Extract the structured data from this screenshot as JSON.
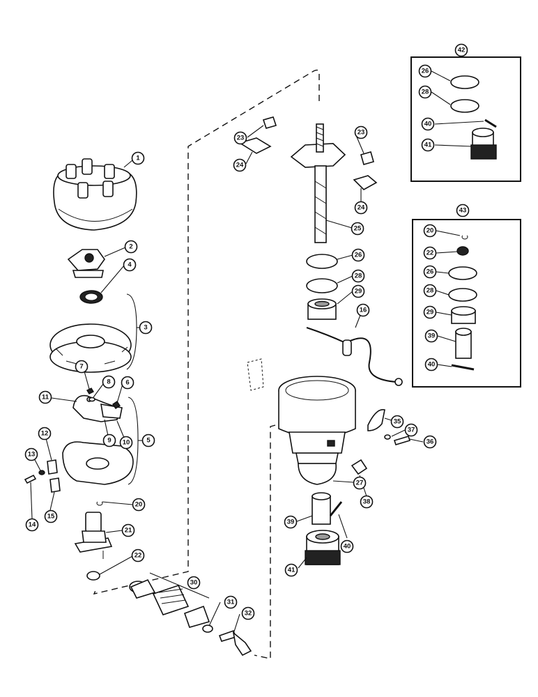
{
  "diagram": {
    "callouts": {
      "c1": "1",
      "c2": "2",
      "c3": "3",
      "c4": "4",
      "c5": "5",
      "c6": "6",
      "c7": "7",
      "c8": "8",
      "c9": "9",
      "c10": "10",
      "c11": "11",
      "c12": "12",
      "c13": "13",
      "c14": "14",
      "c15": "15",
      "c16": "16",
      "c20a": "20",
      "c20b": "20",
      "c21": "21",
      "c22a": "22",
      "c22b": "22",
      "c23a": "23",
      "c23b": "23",
      "c24a": "24",
      "c24b": "24",
      "c25": "25",
      "c26a": "26",
      "c26b": "26",
      "c26c": "26",
      "c27": "27",
      "c28a": "28",
      "c28b": "28",
      "c28c": "28",
      "c29a": "29",
      "c29b": "29",
      "c30": "30",
      "c31": "31",
      "c32": "32",
      "c35": "35",
      "c36": "36",
      "c37": "37",
      "c38": "38",
      "c39a": "39",
      "c39b": "39",
      "c40a": "40",
      "c40b": "40",
      "c40c": "40",
      "c41a": "41",
      "c41b": "41",
      "c42": "42",
      "c43": "43"
    }
  }
}
